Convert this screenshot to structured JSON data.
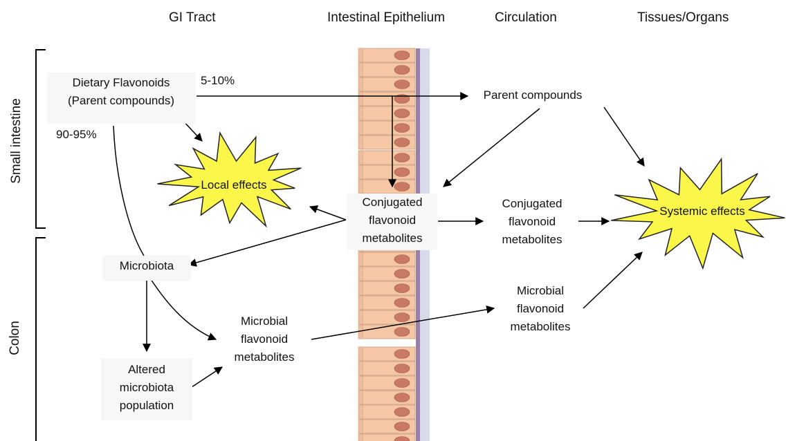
{
  "headers": {
    "gi_tract": "GI Tract",
    "epithelium": "Intestinal Epithelium",
    "circulation": "Circulation",
    "tissues": "Tissues/Organs"
  },
  "regions": {
    "small_intestine": "Small intestine",
    "colon": "Colon"
  },
  "nodes": {
    "dietary": [
      "Dietary Flavonoids",
      "(Parent compounds)"
    ],
    "parent_circ": [
      "Parent compounds"
    ],
    "local_effects": "Local effects",
    "conjugated_epi": [
      "Conjugated",
      "flavonoid",
      "metabolites"
    ],
    "conjugated_circ": [
      "Conjugated",
      "flavonoid",
      "metabolites"
    ],
    "systemic_effects": "Systemic effects",
    "microbiota": [
      "Microbiota"
    ],
    "microbial_gi": [
      "Microbial",
      "flavonoid",
      "metabolites"
    ],
    "microbial_circ": [
      "Microbial",
      "flavonoid",
      "metabolites"
    ],
    "altered": [
      "Altered",
      "microbiota",
      "population"
    ]
  },
  "percentages": {
    "absorbed": "5-10%",
    "unabsorbed": "90-95%"
  },
  "colors": {
    "star_fill": "#fbf74a",
    "star_stroke": "#222222",
    "cell_fill": "#f6c7a4",
    "nucleus_fill": "#c97a64",
    "membrane": "#9c7fa8",
    "arrow": "#000000"
  }
}
